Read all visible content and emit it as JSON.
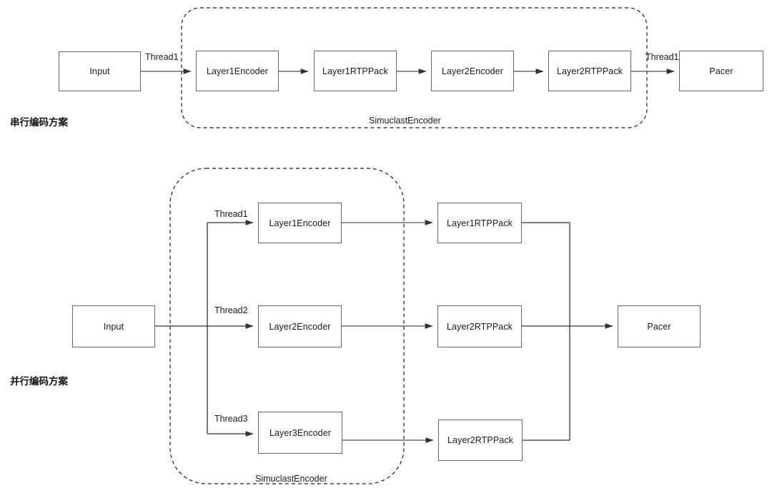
{
  "diagram": {
    "title_serial": "串行编码方案",
    "title_parallel": "并行编码方案",
    "group_label_serial": "SimuclastEncoder",
    "group_label_parallel": "SimuclastEncoder",
    "serial": {
      "nodes": {
        "input": "Input",
        "layer1_encoder": "Layer1Encoder",
        "layer1_rtppack": "Layer1RTPPack",
        "layer2_encoder": "Layer2Encoder",
        "layer2_rtppack": "Layer2RTPPack",
        "pacer": "Pacer"
      },
      "edge_labels": {
        "input_to_encoder": "Thread1",
        "rtppack_to_pacer": "Thread1"
      }
    },
    "parallel": {
      "nodes": {
        "input": "Input",
        "layer1_encoder": "Layer1Encoder",
        "layer2_encoder": "Layer2Encoder",
        "layer3_encoder": "Layer3Encoder",
        "layer1_rtppack": "Layer1RTPPack",
        "layer2_rtppack": "Layer2RTPPack",
        "layer3_rtppack": "Layer2RTPPack",
        "pacer": "Pacer"
      },
      "edge_labels": {
        "thread1": "Thread1",
        "thread2": "Thread2",
        "thread3": "Thread3"
      }
    },
    "colors": {
      "box_border": "#666666",
      "line": "#4d4d4d",
      "dashed_border": "#1a1a1a",
      "text": "#1a1a1a",
      "background": "#ffffff"
    }
  }
}
